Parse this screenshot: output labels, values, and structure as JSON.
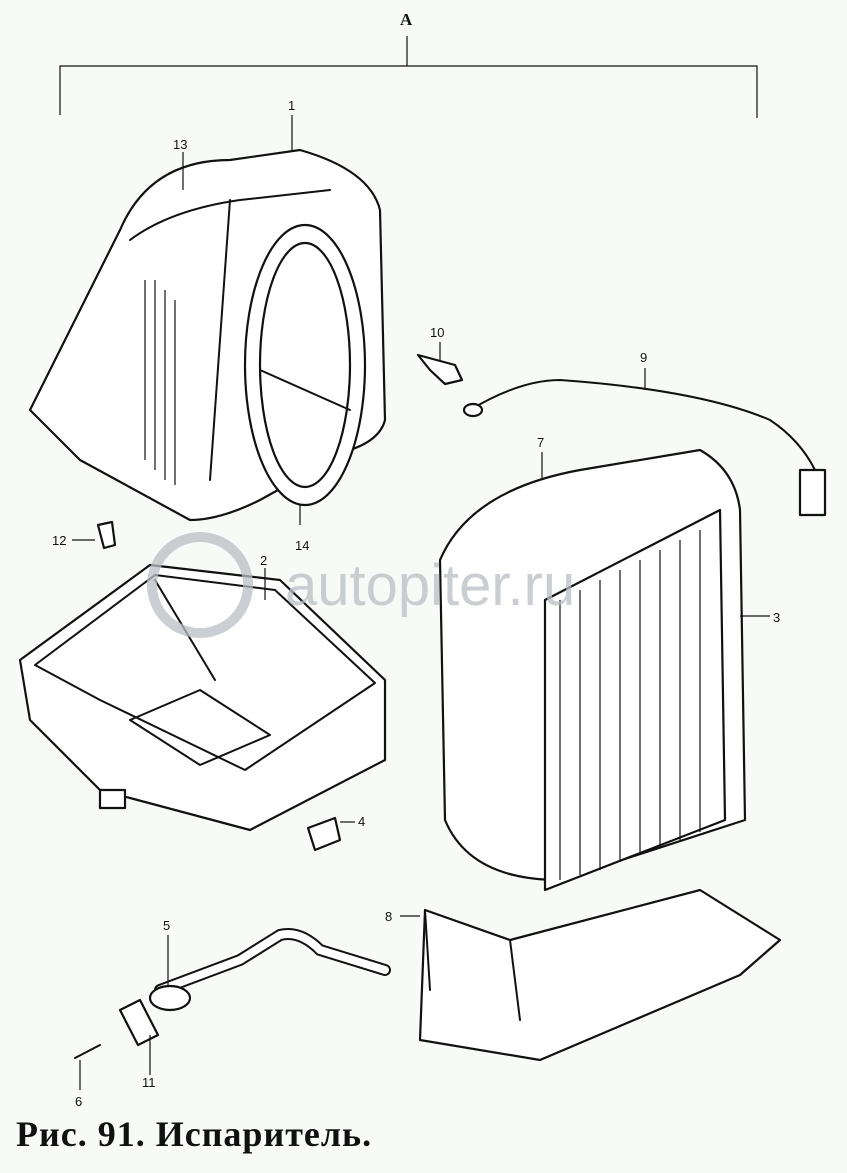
{
  "figure": {
    "caption": "Рис. 91. Испаритель.",
    "group_label": "A",
    "watermark": "autopiter.ru",
    "callouts": [
      "1",
      "2",
      "3",
      "4",
      "5",
      "6",
      "7",
      "8",
      "9",
      "10",
      "11",
      "12",
      "13",
      "14"
    ]
  }
}
